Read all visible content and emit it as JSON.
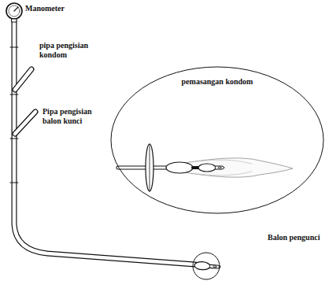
{
  "diagram": {
    "nodes": [
      {
        "text": [
          "pemasangan kondom"
        ]
      }
    ],
    "labels": [
      "Manometer",
      "pipa pengisian kondom",
      "Pipa pengisian balon kunci",
      "Balon pengunci"
    ]
  }
}
